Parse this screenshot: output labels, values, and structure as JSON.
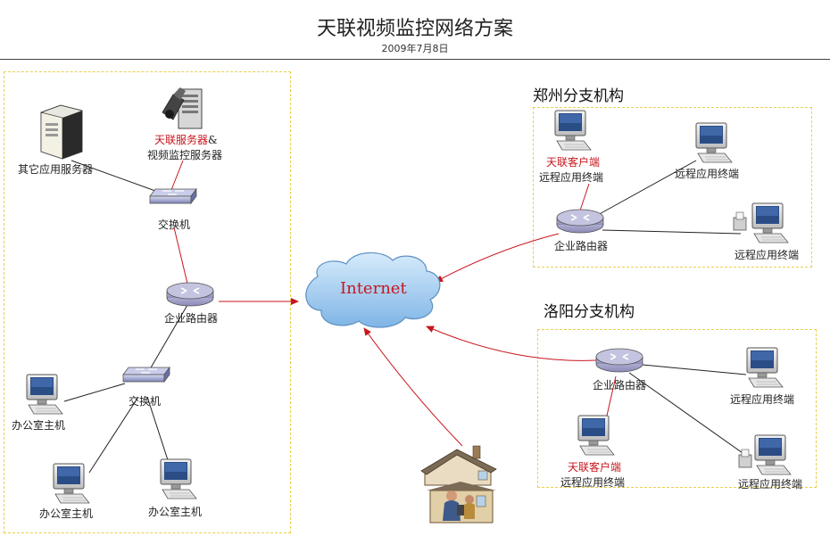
{
  "title": "天联视频监控网络方案",
  "date": "2009年7月8日",
  "cloud": {
    "label": "Internet"
  },
  "hq": {
    "other_server": "其它应用服务器",
    "tl_server_red": "天联服务器",
    "tl_server_amp": "&",
    "video_server": "视频监控服务器",
    "switch_top": "交换机",
    "router": "企业路由器",
    "switch_bottom": "交换机",
    "office_pc_left": "办公室主机",
    "office_pc_bl": "办公室主机",
    "office_pc_br": "办公室主机"
  },
  "zhengzhou": {
    "title": "郑州分支机构",
    "client_red": "天联客户端",
    "client_term": "远程应用终端",
    "router": "企业路由器",
    "term_top": "远程应用终端",
    "term_bottom": "远程应用终端"
  },
  "luoyang": {
    "title": "洛阳分支机构",
    "router": "企业路由器",
    "term_right": "远程应用终端",
    "client_red": "天联客户端",
    "client_term": "远程应用终端",
    "term_bottom": "远程应用终端"
  },
  "colors": {
    "accent_red": "#c8161d",
    "zone_border": "#e8d050",
    "cloud_blue": "#9ec9ec"
  }
}
